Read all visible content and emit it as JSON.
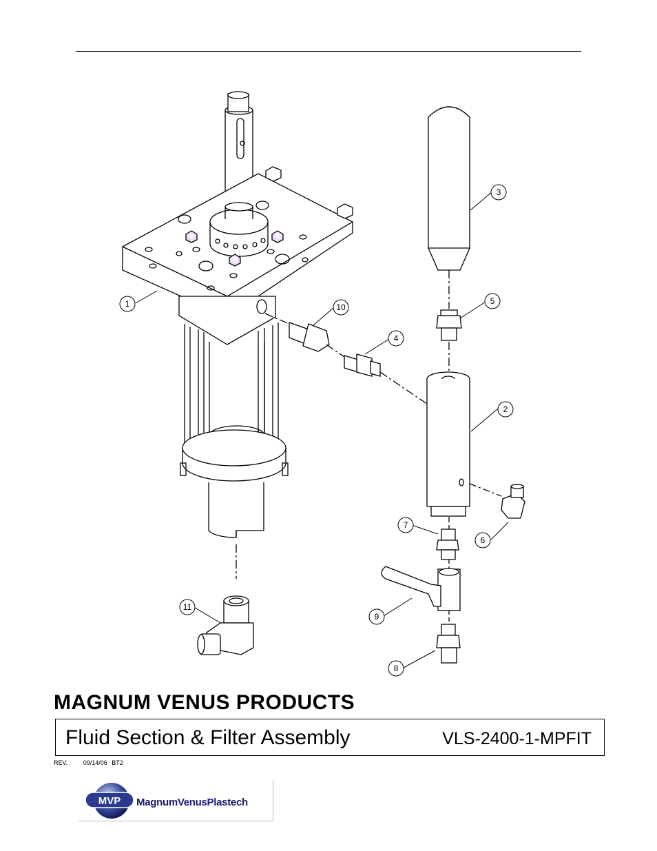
{
  "drawing": {
    "callouts": [
      "1",
      "2",
      "3",
      "4",
      "5",
      "6",
      "7",
      "8",
      "9",
      "10",
      "11"
    ]
  },
  "footer": {
    "company": "MAGNUM VENUS PRODUCTS",
    "title": "Fluid Section & Filter Assembly",
    "part_number": "VLS-2400-1-MPFIT",
    "rev_label": "REV.",
    "rev_date": "09/14/06",
    "rev_initials": "BT2"
  },
  "logo": {
    "badge": "MVP",
    "text": "MagnumVenusPlastech"
  }
}
